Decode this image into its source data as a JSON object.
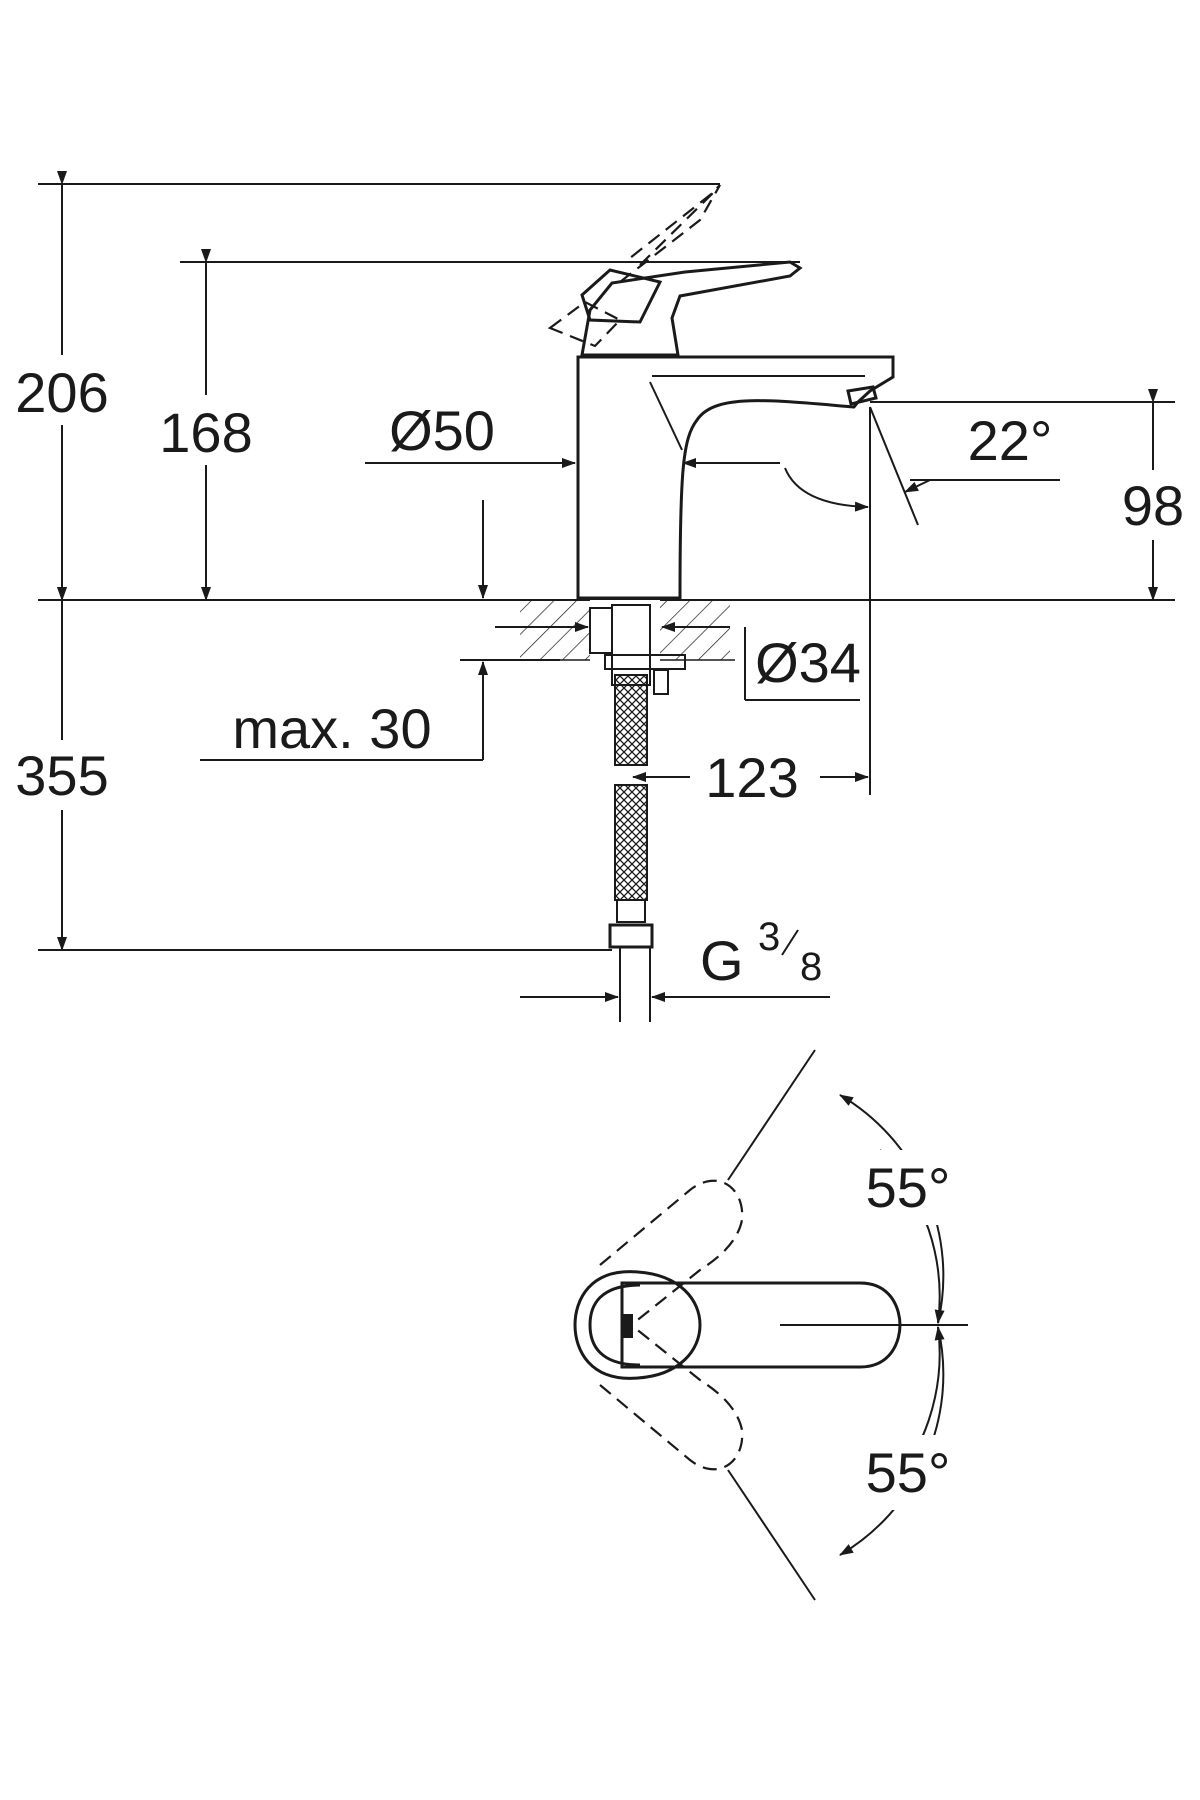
{
  "dimensions": {
    "height_total": "206",
    "height_lever": "168",
    "body_diameter": "Ø50",
    "spout_angle": "22°",
    "spout_height": "98",
    "hole_diameter": "Ø34",
    "max_thickness": "max. 30",
    "below_deck": "355",
    "projection": "123",
    "thread_main": "G",
    "thread_num": "3",
    "thread_den": "8",
    "swing_up": "55°",
    "swing_down": "55°"
  }
}
